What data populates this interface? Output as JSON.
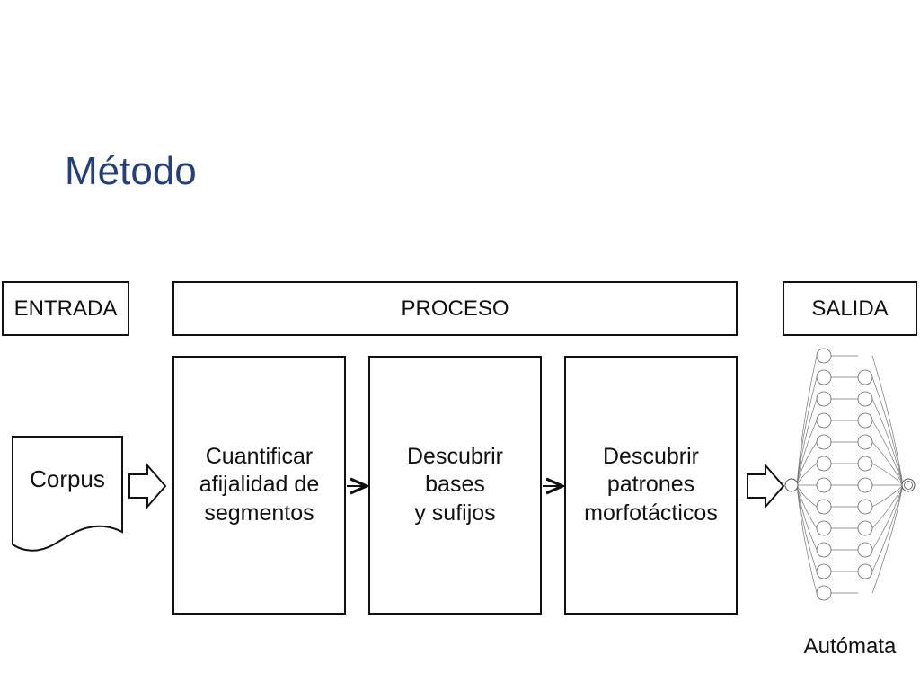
{
  "slide": {
    "title": "Método"
  },
  "headers": {
    "input": "ENTRADA",
    "process": "PROCESO",
    "output": "SALIDA"
  },
  "input": {
    "label": "Corpus"
  },
  "steps": [
    {
      "label": "Cuantificar\nafijalidad de\nsegmentos"
    },
    {
      "label": "Descubrir bases\ny sufijos"
    },
    {
      "label": "Descubrir\npatrones\nmorfotácticos"
    }
  ],
  "output": {
    "label": "Autómata"
  }
}
